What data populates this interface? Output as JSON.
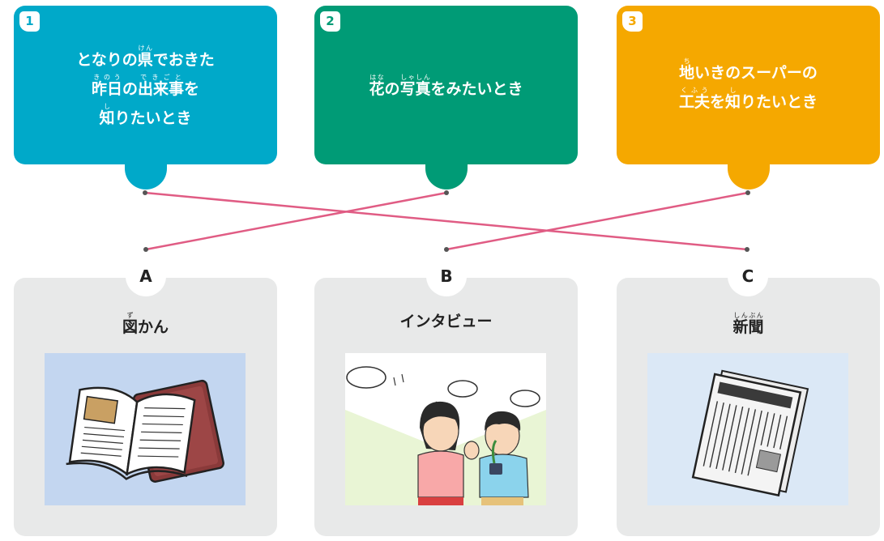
{
  "questions": [
    {
      "num": "1",
      "color": "#00a9c9",
      "lines": [
        [
          {
            "t": "となりの"
          },
          {
            "t": "県",
            "r": "けん"
          },
          {
            "t": "でおきた"
          }
        ],
        [
          {
            "t": "昨日",
            "r": "きのう"
          },
          {
            "t": "の"
          },
          {
            "t": "出来事",
            "r": "できごと"
          },
          {
            "t": "を"
          }
        ],
        [
          {
            "t": "知",
            "r": "し"
          },
          {
            "t": "りたいとき"
          }
        ]
      ]
    },
    {
      "num": "2",
      "color": "#009b76",
      "lines": [
        [
          {
            "t": "花",
            "r": "はな"
          },
          {
            "t": "の"
          },
          {
            "t": "写真",
            "r": "しゃしん"
          },
          {
            "t": "をみたいとき"
          }
        ]
      ]
    },
    {
      "num": "3",
      "color": "#f5a800",
      "lines": [
        [
          {
            "t": "地",
            "r": "ち"
          },
          {
            "t": "いきのスーパーの"
          }
        ],
        [
          {
            "t": "工夫",
            "r": "くふう"
          },
          {
            "t": "を"
          },
          {
            "t": "知",
            "r": "し"
          },
          {
            "t": "りたいとき"
          }
        ]
      ]
    }
  ],
  "answers": [
    {
      "letter": "A",
      "title": [
        {
          "t": "図",
          "r": "ず"
        },
        {
          "t": "かん"
        }
      ],
      "image": "encyclopedia-books"
    },
    {
      "letter": "B",
      "title": [
        {
          "t": "インタビュー"
        }
      ],
      "image": "children-interview"
    },
    {
      "letter": "C",
      "title": [
        {
          "t": "新聞",
          "r": "しんぶん"
        }
      ],
      "image": "folded-newspaper"
    }
  ],
  "connections": [
    {
      "from": "1",
      "to": "C"
    },
    {
      "from": "2",
      "to": "A"
    },
    {
      "from": "3",
      "to": "B"
    }
  ],
  "line_color": "#e05c84"
}
